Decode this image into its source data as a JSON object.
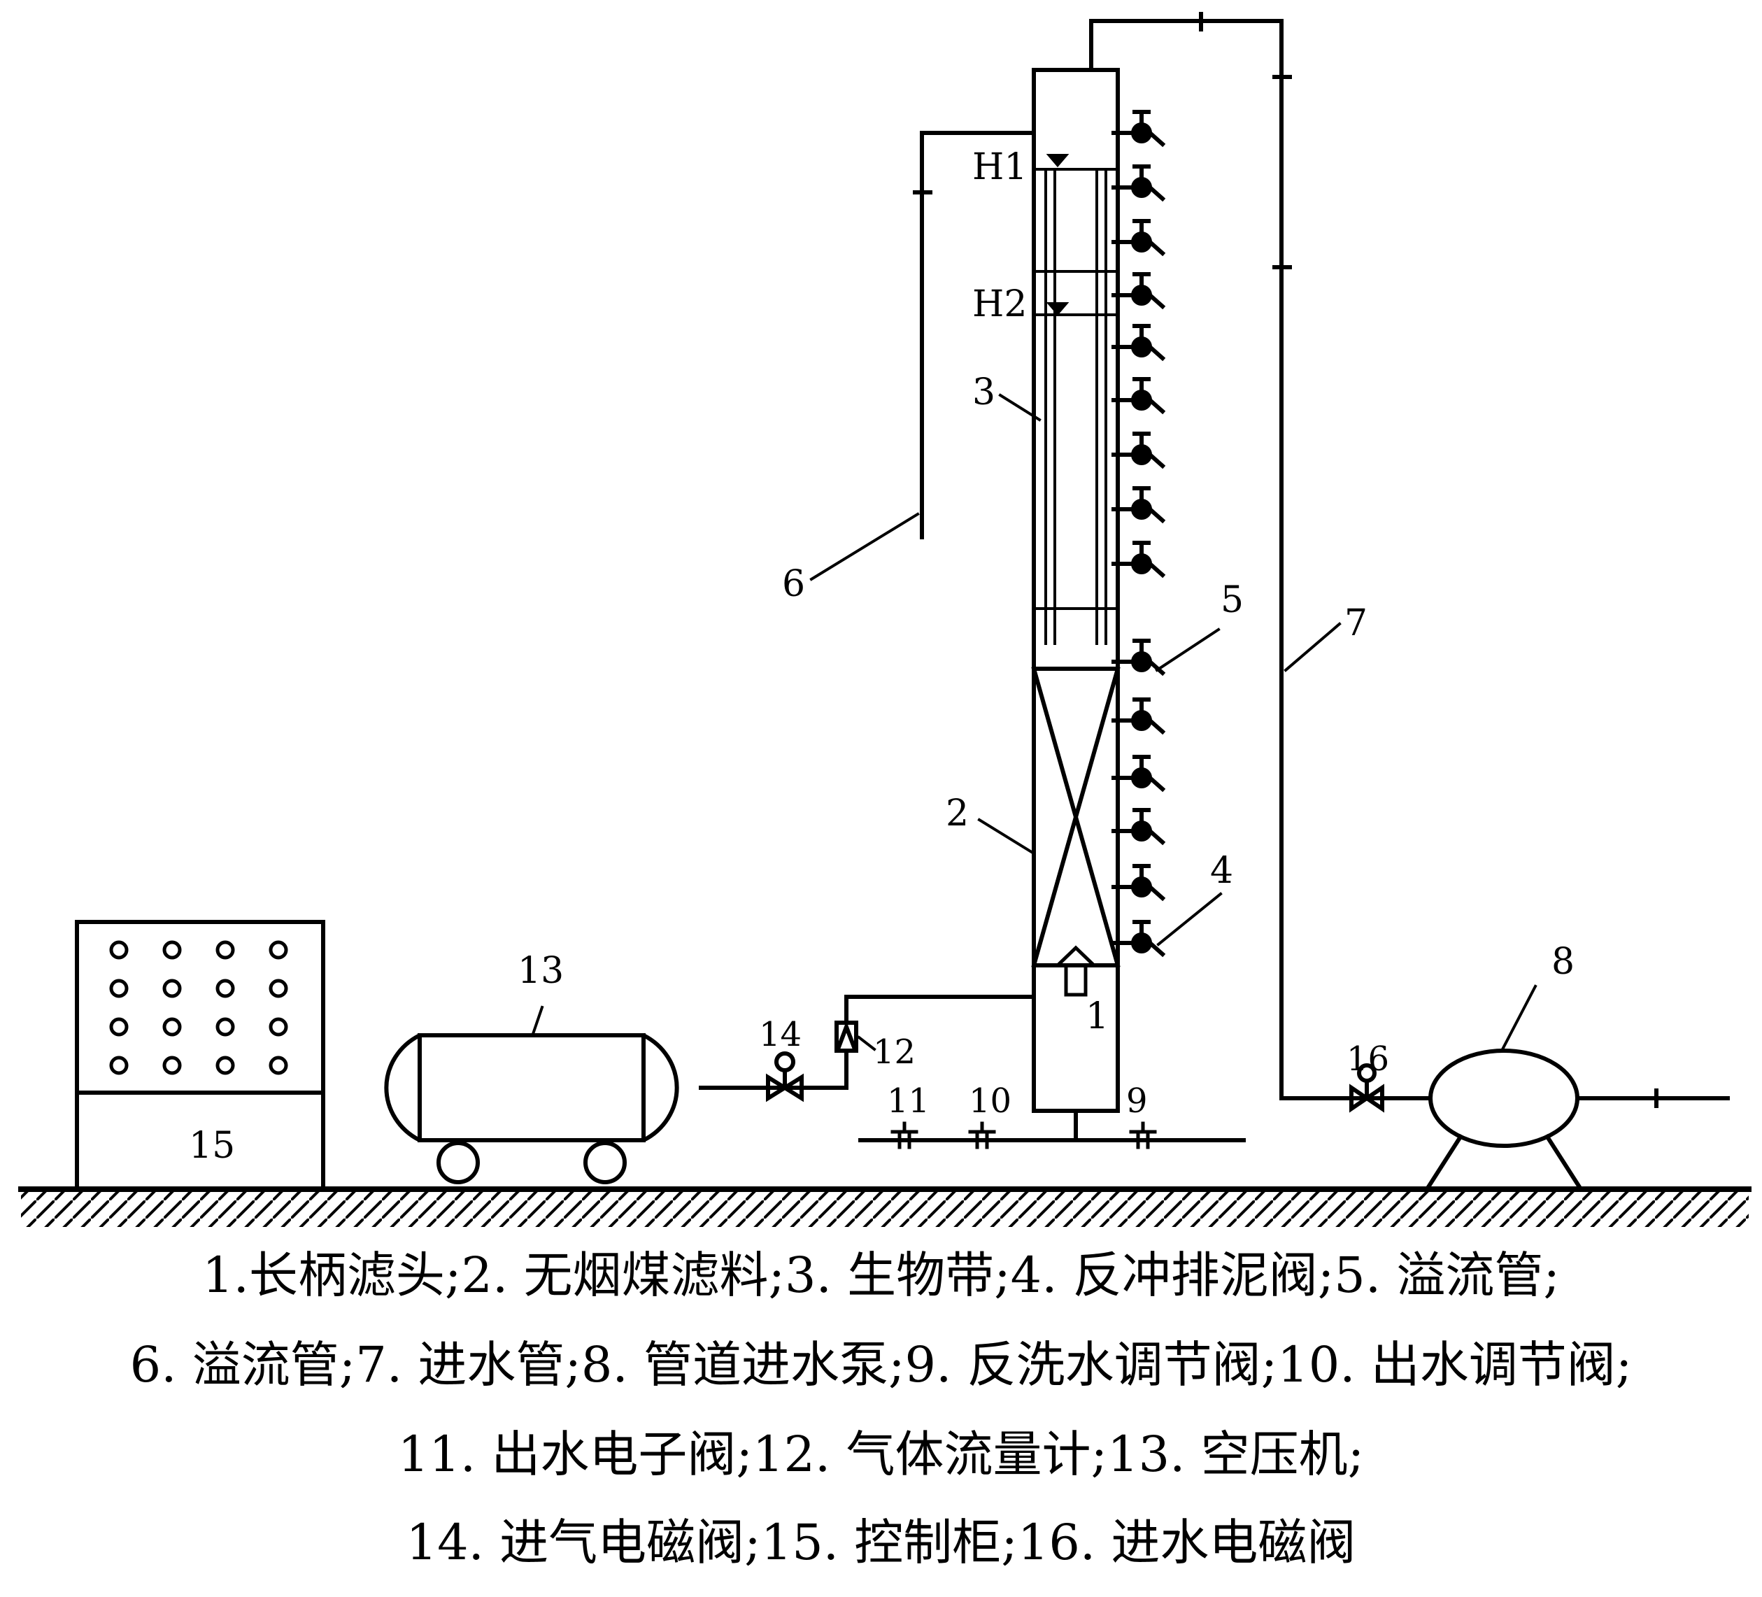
{
  "diagram": {
    "callouts": {
      "c1": "1",
      "c2": "2",
      "c3": "3",
      "c4": "4",
      "c5": "5",
      "c6": "6",
      "c7": "7",
      "c8": "8",
      "c9": "9",
      "c10": "10",
      "c11": "11",
      "c12": "12",
      "c13": "13",
      "c14": "14",
      "c15": "15",
      "c16": "16"
    },
    "levels": {
      "h1": "H1",
      "h2": "H2"
    }
  },
  "legend": {
    "line1": "1.长柄滤头;2. 无烟煤滤料;3. 生物带;4. 反冲排泥阀;5. 溢流管;",
    "line2": "6. 溢流管;7. 进水管;8. 管道进水泵;9. 反洗水调节阀;10. 出水调节阀;",
    "line3": "11. 出水电子阀;12. 气体流量计;13. 空压机;",
    "line4": "14. 进气电磁阀;15. 控制柜;16. 进水电磁阀"
  }
}
